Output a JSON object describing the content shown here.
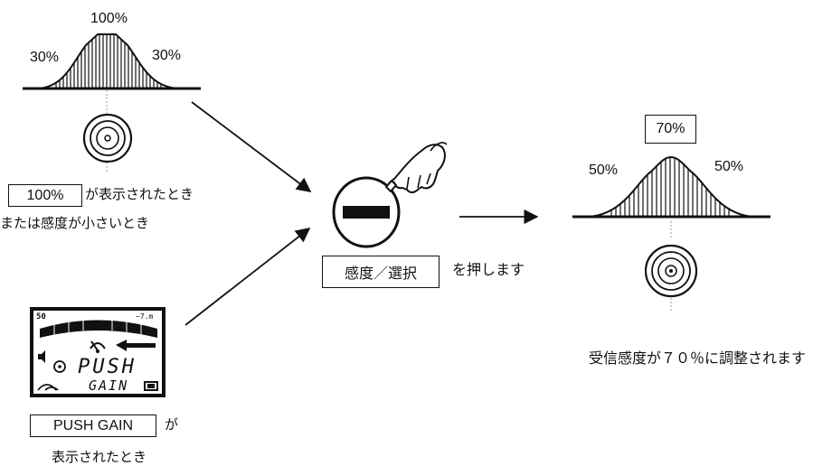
{
  "left_top": {
    "peak_label": "100%",
    "left_label": "30%",
    "right_label": "30%",
    "boxed_label": "100%",
    "caption_1": "が表示されたとき",
    "caption_2": "または感度が小さいとき"
  },
  "left_bottom": {
    "lcd": {
      "scale_left": "50",
      "scale_right": "~7.m",
      "push": "PUSH",
      "gain": "GAIN"
    },
    "boxed_label": "PUSH GAIN",
    "caption_1": "が",
    "caption_2": "表示されたとき"
  },
  "center": {
    "button_label": "感度／選択",
    "caption": "を押します"
  },
  "right": {
    "boxed_label": "70%",
    "left_label": "50%",
    "right_label": "50%",
    "caption": "受信感度が７０％に調整されます"
  }
}
